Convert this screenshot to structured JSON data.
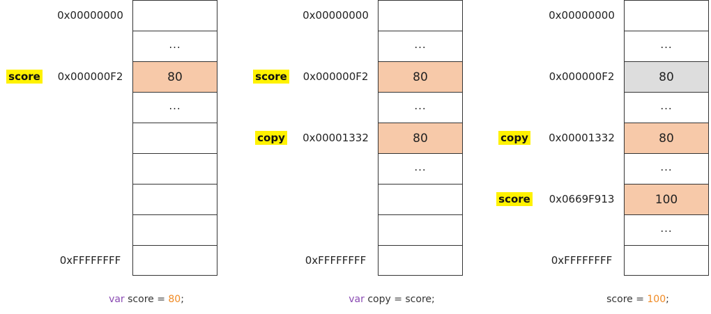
{
  "panels": [
    {
      "cells": [
        "",
        "...",
        "80",
        "...",
        "",
        "",
        "",
        "",
        ""
      ],
      "highlighted": [
        2
      ],
      "stale": [],
      "addresses": [
        {
          "row": 0,
          "text": "0x00000000"
        },
        {
          "row": 2,
          "text": "0x000000F2"
        },
        {
          "row": 8,
          "text": "0xFFFFFFFF"
        }
      ],
      "labels": [
        {
          "row": 2,
          "text": "score"
        }
      ],
      "caption": {
        "keyword": "var",
        "text": " score = ",
        "number": "80",
        "end": ";"
      }
    },
    {
      "cells": [
        "",
        "...",
        "80",
        "...",
        "80",
        "...",
        "",
        "",
        ""
      ],
      "highlighted": [
        2,
        4
      ],
      "stale": [],
      "addresses": [
        {
          "row": 0,
          "text": "0x00000000"
        },
        {
          "row": 2,
          "text": "0x000000F2"
        },
        {
          "row": 4,
          "text": "0x00001332"
        },
        {
          "row": 8,
          "text": "0xFFFFFFFF"
        }
      ],
      "labels": [
        {
          "row": 2,
          "text": "score"
        },
        {
          "row": 4,
          "text": "copy"
        }
      ],
      "caption": {
        "keyword": "var",
        "text": " copy = score;",
        "number": "",
        "end": ""
      }
    },
    {
      "cells": [
        "",
        "...",
        "80",
        "...",
        "80",
        "...",
        "100",
        "...",
        ""
      ],
      "highlighted": [
        4,
        6
      ],
      "stale": [
        2
      ],
      "addresses": [
        {
          "row": 0,
          "text": "0x00000000"
        },
        {
          "row": 2,
          "text": "0x000000F2"
        },
        {
          "row": 4,
          "text": "0x00001332"
        },
        {
          "row": 6,
          "text": "0x0669F913"
        },
        {
          "row": 8,
          "text": "0xFFFFFFFF"
        }
      ],
      "labels": [
        {
          "row": 4,
          "text": "copy"
        },
        {
          "row": 6,
          "text": "score"
        }
      ],
      "caption": {
        "keyword": "",
        "text": "score = ",
        "number": "100",
        "end": ";"
      }
    }
  ],
  "colors": {
    "highlight": "#f7c9a9",
    "stale": "#dddddd",
    "label_bg": "#fff200",
    "keyword": "#8a4bb3",
    "number": "#f08a24"
  }
}
